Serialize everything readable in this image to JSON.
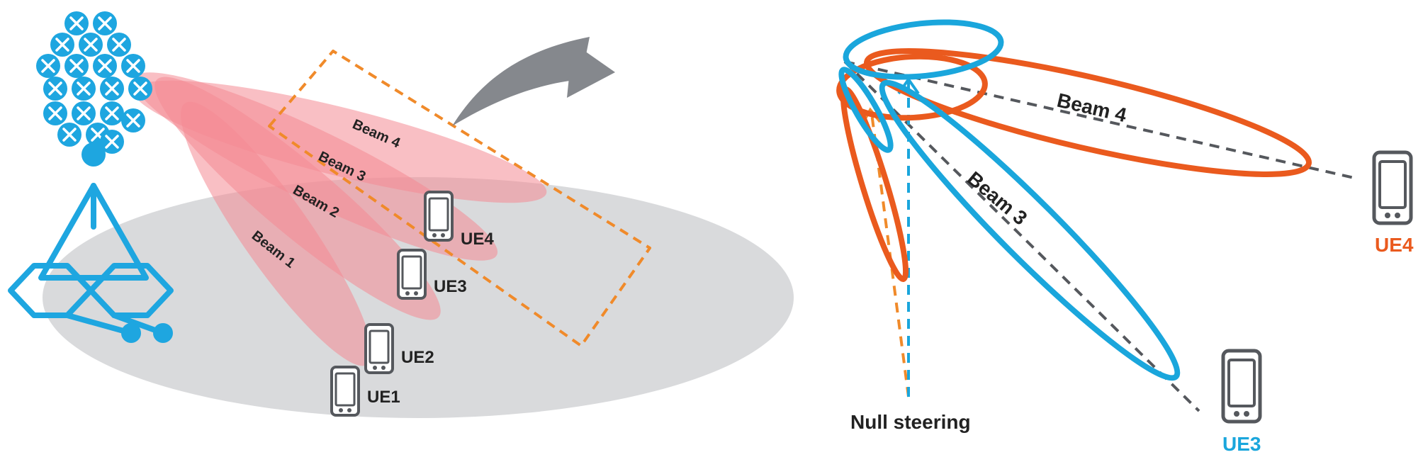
{
  "left_panel": {
    "beams": [
      {
        "label": "Beam 1"
      },
      {
        "label": "Beam 2"
      },
      {
        "label": "Beam 3"
      },
      {
        "label": "Beam 4"
      }
    ],
    "users": [
      {
        "label": "UE1"
      },
      {
        "label": "UE2"
      },
      {
        "label": "UE3"
      },
      {
        "label": "UE4"
      }
    ]
  },
  "right_panel": {
    "beam_labels": {
      "beam4": "Beam 4",
      "beam3": "Beam 3"
    },
    "null_steering_label": "Null steering",
    "users": {
      "ue4": "UE4",
      "ue3": "UE3"
    }
  },
  "colors": {
    "antenna_blue": "#1ea6e0",
    "beam_pink": "#f48a93",
    "ground_gray": "#d9dadc",
    "group_orange": "#f08a2a",
    "pattern_orange": "#ea5a1e",
    "pattern_blue": "#1aa6dc",
    "arrow_gray": "#85888d",
    "device_gray": "#55585d"
  },
  "icons": [
    "antenna-array-icon",
    "base-station-icon",
    "phone-icon",
    "curved-arrow-icon"
  ]
}
